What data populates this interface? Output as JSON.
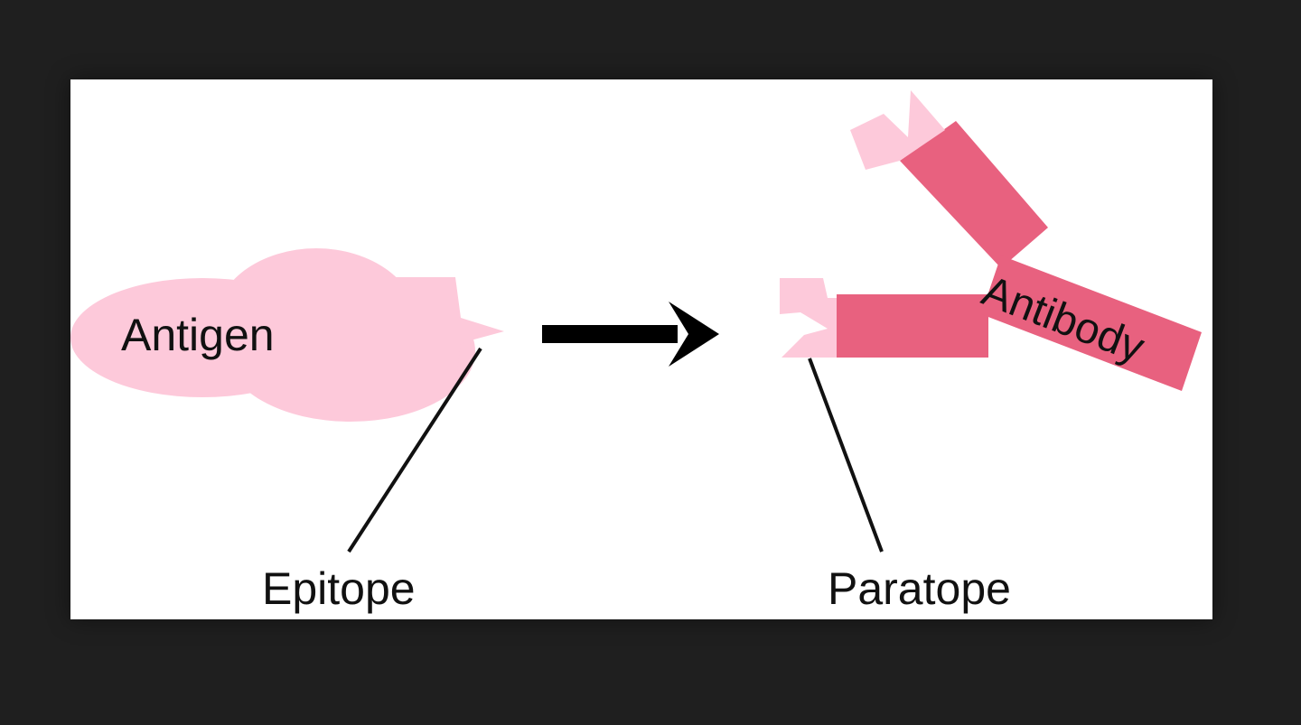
{
  "labels": {
    "antigen": "Antigen",
    "antibody": "Antibody",
    "epitope": "Epitope",
    "paratope": "Paratope"
  },
  "icons": {
    "binding_arrow": "right-arrow-icon"
  },
  "colors": {
    "background": "#1f1f1f",
    "panel": "#ffffff",
    "antigen_fill": "#fdc9da",
    "antibody_dark": "#e8617f",
    "antibody_tip": "#fdc9da",
    "line": "#111111"
  }
}
